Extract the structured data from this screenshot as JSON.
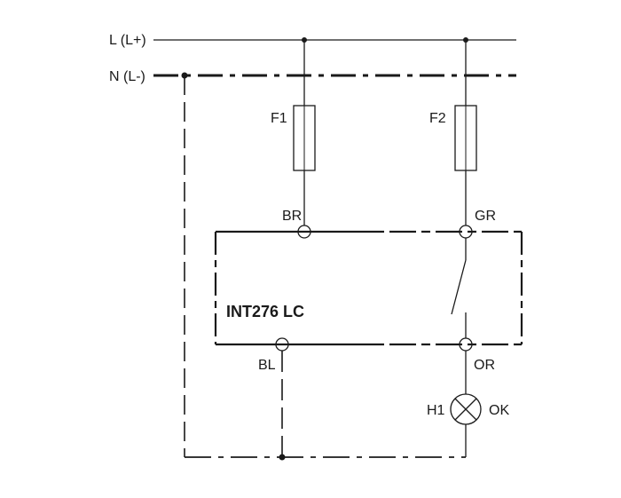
{
  "lines": {
    "live": "L (L+)",
    "neutral": "N (L-)"
  },
  "fuses": {
    "f1": "F1",
    "f2": "F2"
  },
  "terminals": {
    "br": "BR",
    "gr": "GR",
    "bl": "BL",
    "or": "OR"
  },
  "device": {
    "name": "INT276 LC"
  },
  "lamp": {
    "ref": "H1",
    "label": "OK"
  }
}
